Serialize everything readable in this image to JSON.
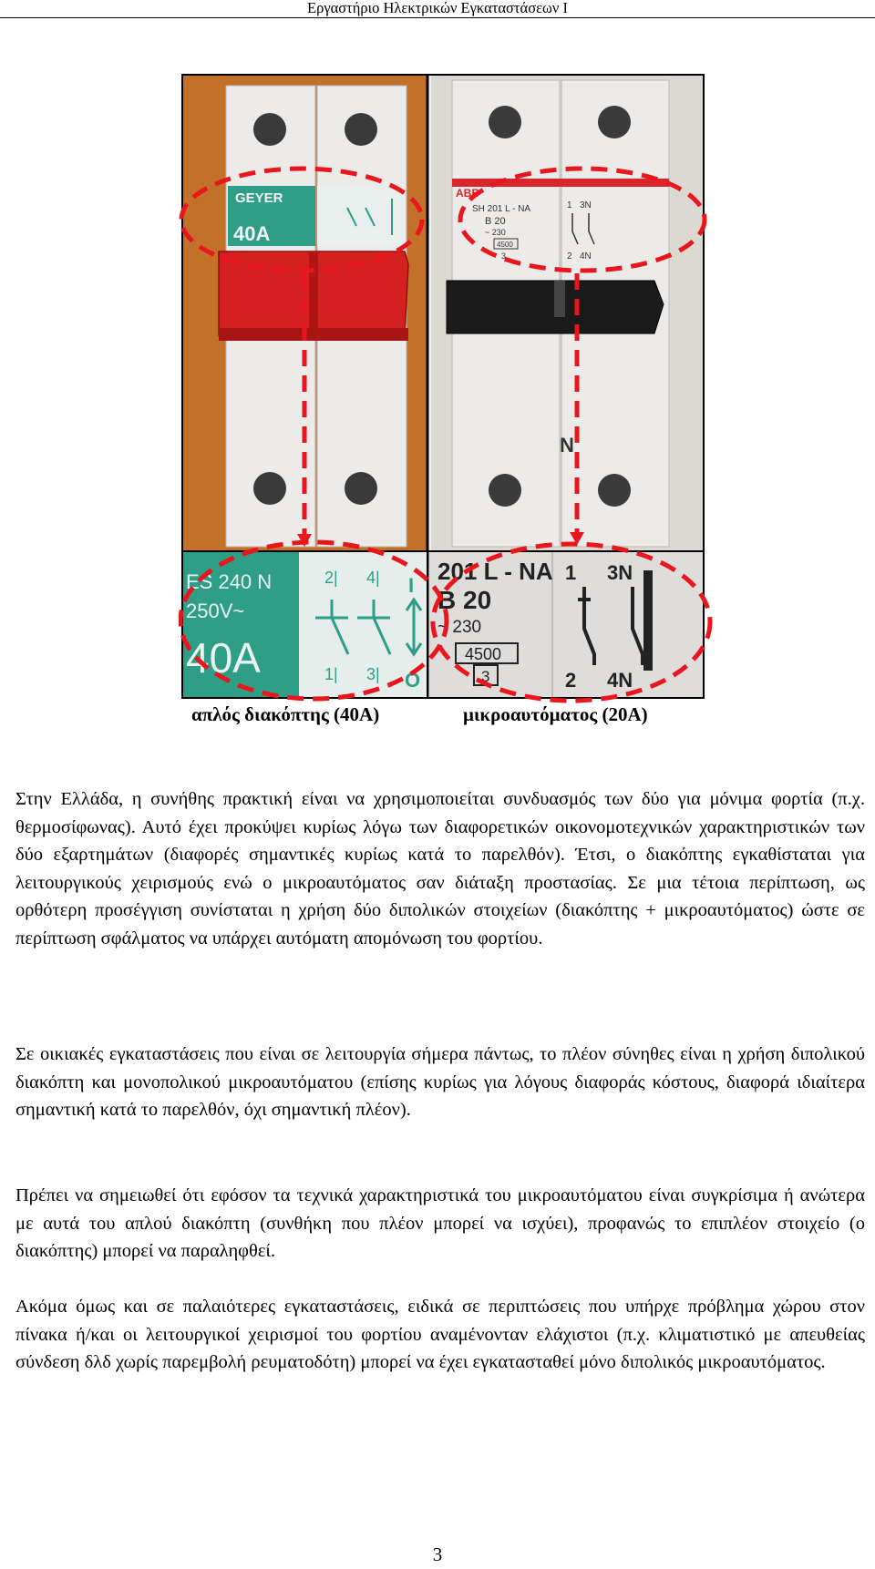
{
  "header": {
    "title": "Εργαστήριο Ηλεκτρικών Εγκαταστάσεων Ι"
  },
  "figure": {
    "left_device": {
      "brand": "GEYER",
      "rating": "40A",
      "zoom_lines": [
        "ES 240 N",
        "250V~",
        "40A"
      ],
      "terminals": [
        "2|",
        "4|",
        "1|",
        "3|"
      ],
      "symbol_marks": [
        "I",
        "O"
      ]
    },
    "right_device": {
      "brand": "ABB",
      "model_lines": [
        "SH  201 L - NA",
        "B 20",
        "~ 230",
        "4500",
        "3"
      ],
      "terminal_marks": [
        "1",
        "3N",
        "2",
        "4N"
      ],
      "neutral_mark": "N",
      "zoom_lines": [
        "201 L - NA",
        "B 20",
        "~ 230",
        "4500",
        "3"
      ],
      "zoom_terminals": [
        "1",
        "3N",
        "2",
        "4N"
      ]
    },
    "colors": {
      "red_handle": "#d42020",
      "black_handle": "#1a1a1a",
      "label_green": "#2e9f86",
      "dashed_marker": "#e8161d",
      "plastic": "#ececeb"
    }
  },
  "caption": {
    "left": "απλός διακόπτης (40Α)",
    "right": "μικροαυτόματος (20Α)"
  },
  "paragraphs": [
    "Στην Ελλάδα, η συνήθης πρακτική είναι να χρησιμοποιείται συνδυασμός των δύο για μόνιμα φορτία (π.χ. θερμοσίφωνας). Αυτό έχει προκύψει κυρίως λόγω των διαφορετικών οικονομοτεχνικών χαρακτηριστικών των δύο εξαρτημάτων (διαφορές σημαντικές κυρίως κατά το παρελθόν). Έτσι, ο διακόπτης εγκαθίσταται για λειτουργικούς χειρισμούς ενώ ο μικροαυτόματος σαν διάταξη προστασίας. Σε μια τέτοια περίπτωση, ως ορθότερη προσέγγιση συνίσταται η χρήση δύο διπολικών στοιχείων (διακόπτης + μικροαυτόματος) ώστε σε περίπτωση σφάλματος να υπάρχει αυτόματη απομόνωση του φορτίου.",
    "Σε οικιακές εγκαταστάσεις που είναι σε λειτουργία σήμερα πάντως, το πλέον σύνηθες είναι η χρήση διπολικού διακόπτη και μονοπολικού μικροαυτόματου (επίσης κυρίως για λόγους διαφοράς κόστους, διαφορά ιδιαίτερα σημαντική κατά το παρελθόν, όχι σημαντική πλέον).",
    "Πρέπει να σημειωθεί ότι εφόσον τα τεχνικά χαρακτηριστικά του μικροαυτόματου είναι συγκρίσιμα ή ανώτερα με αυτά του απλού διακόπτη (συνθήκη που πλέον μπορεί να ισχύει), προφανώς το επιπλέον στοιχείο (ο διακόπτης) μπορεί να παραληφθεί.",
    "Ακόμα όμως και σε παλαιότερες εγκαταστάσεις, ειδικά σε περιπτώσεις που υπήρχε πρόβλημα χώρου στον πίνακα ή/και οι λειτουργικοί χειρισμοί του φορτίου αναμένονταν ελάχιστοι (π.χ. κλιματιστικό με απευθείας σύνδεση δλδ χωρίς παρεμβολή ρευματοδότη) μπορεί να έχει εγκατασταθεί μόνο διπολικός μικροαυτόματος."
  ],
  "page_number": "3"
}
